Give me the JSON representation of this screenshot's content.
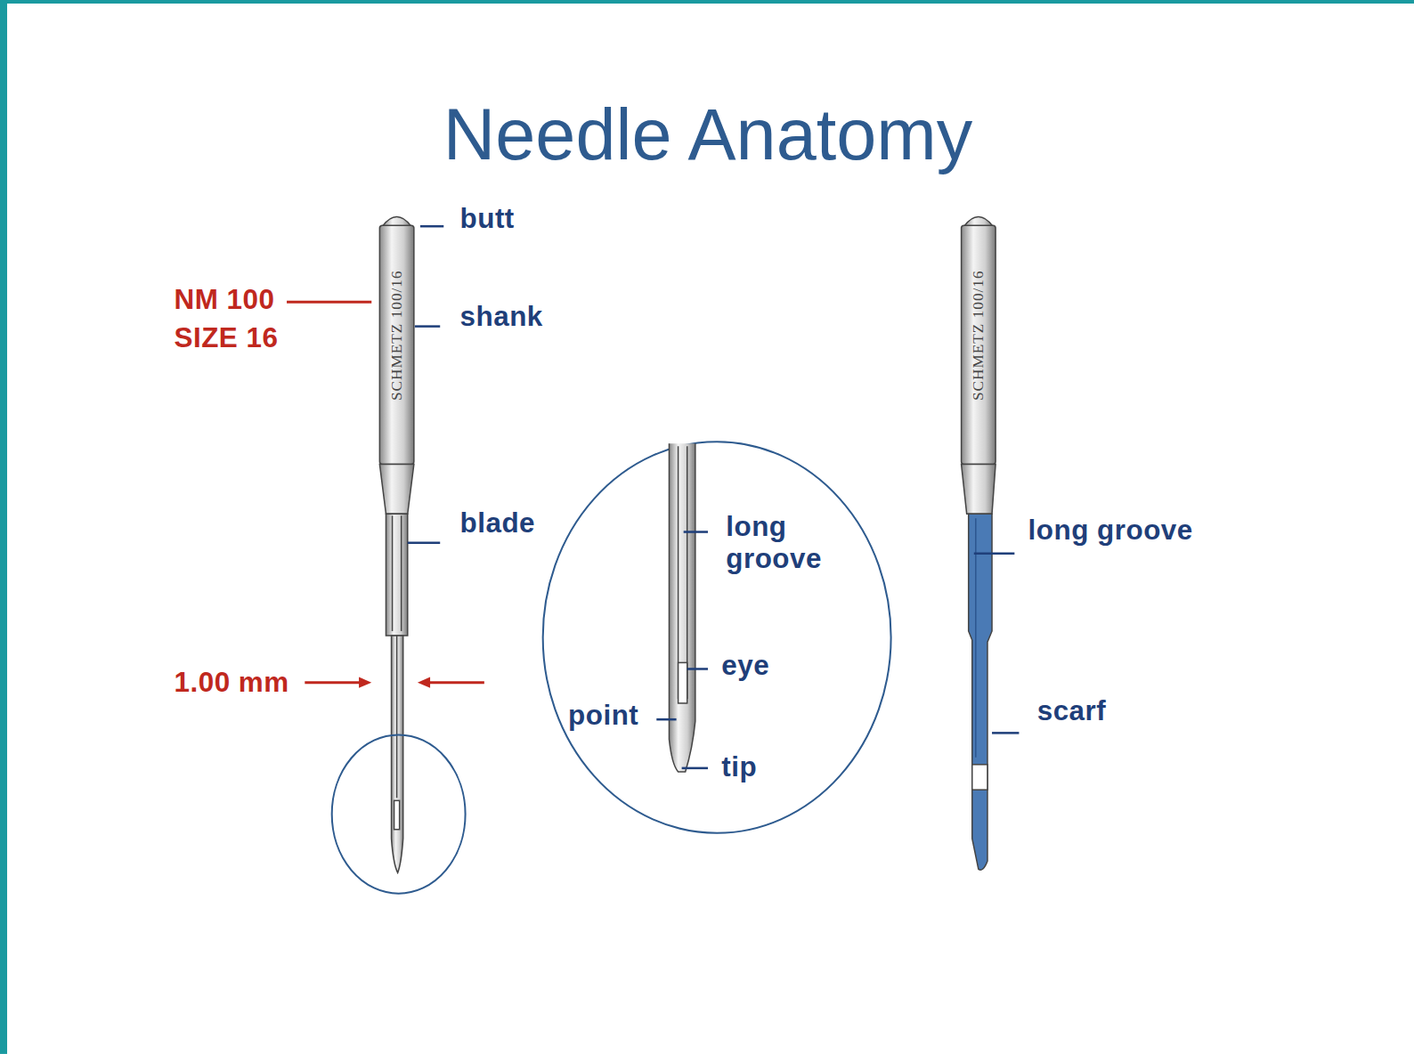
{
  "diagram": {
    "title": "Needle Anatomy",
    "labels": [
      "butt",
      "NM 100",
      "SIZE 16",
      "shank",
      "blade",
      "1.00 mm",
      "SCHMETZ 100/16",
      "long groove",
      "eye",
      "point",
      "tip",
      "SCHMETZ 100/16",
      "long groove",
      "scarf"
    ]
  }
}
